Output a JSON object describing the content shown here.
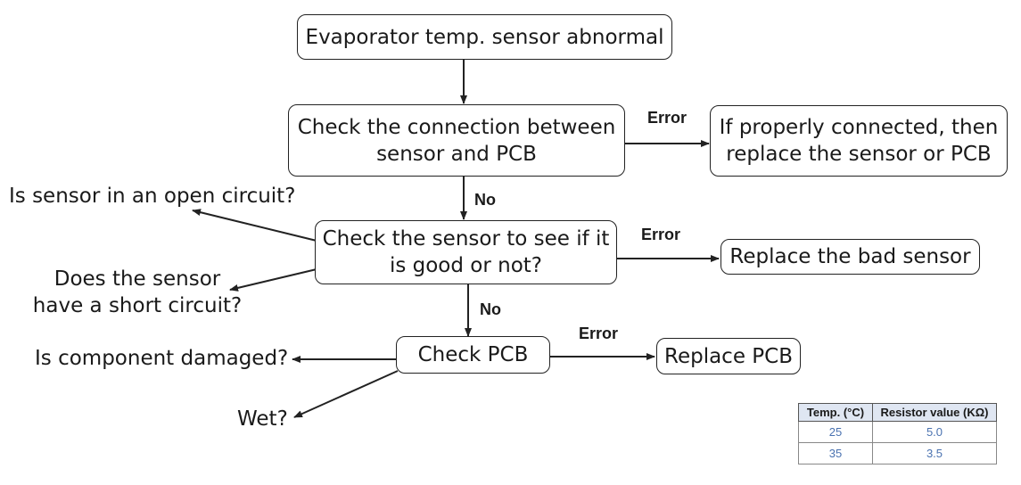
{
  "nodes": {
    "start": "Evaporator temp. sensor abnormal",
    "check_connection": [
      "Check the connection between",
      "sensor and PCB"
    ],
    "replace_sensor_or_pcb": [
      "If properly connected, then",
      "replace the sensor or PCB"
    ],
    "check_sensor": [
      "Check the sensor to see if it",
      "is good or not?"
    ],
    "replace_bad_sensor": "Replace the bad sensor",
    "check_pcb": "Check PCB",
    "replace_pcb": "Replace PCB"
  },
  "questions": {
    "open_circuit": "Is sensor in an open circuit?",
    "short_circuit": [
      "Does the sensor",
      "have a short circuit?"
    ],
    "component_damaged": "Is component damaged?",
    "wet": "Wet?"
  },
  "edge_labels": {
    "error_1": "Error",
    "no_1": "No",
    "error_2": "Error",
    "no_2": "No",
    "error_3": "Error"
  },
  "table": {
    "headers": [
      "Temp. (°C)",
      "Resistor value (KΩ)"
    ],
    "rows": [
      [
        "25",
        "5.0"
      ],
      [
        "35",
        "3.5"
      ]
    ]
  },
  "colors": {
    "stroke": "#222222",
    "table_header_bg": "#dfe6f2",
    "table_value": "#4a72b0"
  }
}
